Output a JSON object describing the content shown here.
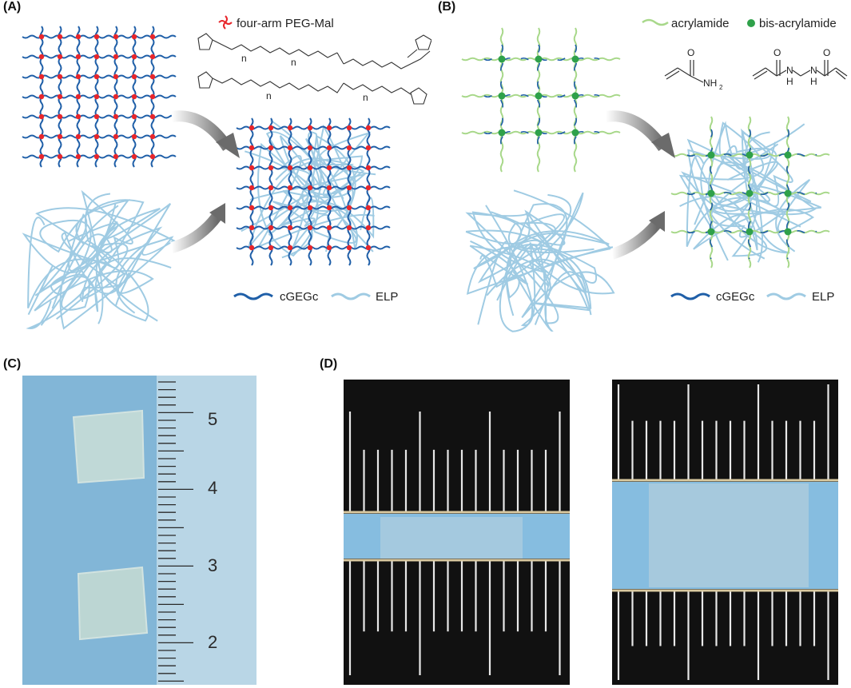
{
  "panels": {
    "a": {
      "label": "(A)"
    },
    "b": {
      "label": "(B)"
    },
    "c": {
      "label": "(C)"
    },
    "d": {
      "label": "(D)"
    }
  },
  "legend_a": {
    "crosslinker": "four-arm PEG-Mal",
    "strand1": "cGEGc",
    "strand2": "ELP"
  },
  "legend_b": {
    "monomer": "acrylamide",
    "crosslinker": "bis-acrylamide",
    "strand1": "cGEGc",
    "strand2": "ELP"
  },
  "chem_a": {
    "n1": "n",
    "n2": "n",
    "n3": "n",
    "n4": "n"
  },
  "chem_b": {
    "acrylamide_o": "O",
    "acrylamide_nh2": "NH",
    "acrylamide_sub": "2",
    "bis_o1": "O",
    "bis_o2": "O",
    "bis_h1": "H",
    "bis_h2": "H",
    "bis_n1": "N",
    "bis_n2": "N"
  },
  "ruler_c": {
    "marks": [
      "5",
      "4",
      "3",
      "2"
    ]
  },
  "colors": {
    "dark_blue": "#1f5fa8",
    "light_blue": "#9fcbe3",
    "red": "#e8262b",
    "green": "#2fa14a",
    "light_green": "#a8d88a",
    "photo_bg": "#7fb6d8"
  }
}
